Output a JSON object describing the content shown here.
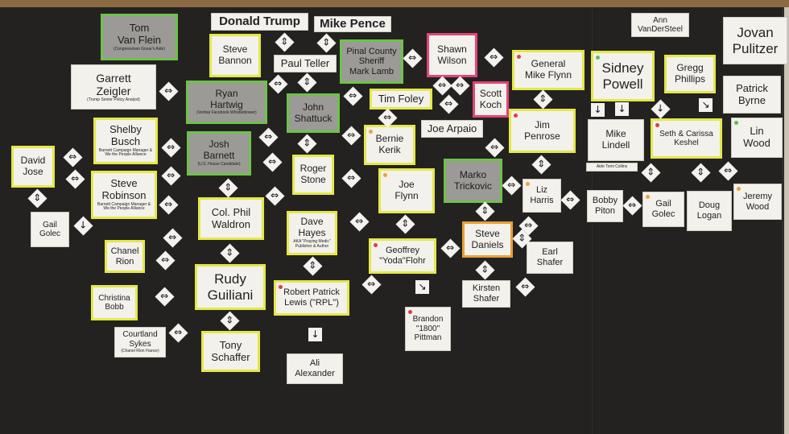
{
  "colors": {
    "yellow_border": "#e4e84a",
    "green_border": "#6dc24a",
    "pink_border": "#e0457a",
    "orange_border": "#e6a037",
    "dot_red": "#e23d3d",
    "dot_orange": "#f0a040",
    "dot_green": "#59c24a"
  },
  "cards": {
    "tom": {
      "line1": "Tom",
      "line2": "Van Flein",
      "sub": "(Congressman Gosar's Aide)"
    },
    "trump": {
      "label": "Donald Trump"
    },
    "pence": {
      "label": "Mike Pence"
    },
    "bannon": {
      "line1": "Steve",
      "line2": "Bannon"
    },
    "teller": {
      "label": "Paul Teller"
    },
    "pinal": {
      "line1": "Pinal County",
      "line2": "Sheriff",
      "line3": "Mark Lamb"
    },
    "shawn": {
      "line1": "Shawn",
      "line2": "Wilson"
    },
    "flynn_g": {
      "line1": "General",
      "line2": "Mike Flynn"
    },
    "ann": {
      "line1": "Ann",
      "line2": "VanDerSteel"
    },
    "sidney": {
      "line1": "Sidney",
      "line2": "Powell"
    },
    "gregg": {
      "line1": "Gregg",
      "line2": "Phillips"
    },
    "jovan": {
      "line1": "Jovan",
      "line2": "Pulitzer"
    },
    "garrett": {
      "line1": "Garrett",
      "line2": "Zeigler",
      "sub": "(Trump Senior Policy Analyst)"
    },
    "ryan": {
      "line1": "Ryan",
      "line2": "Hartwig",
      "sub": "(Veritas Facebook Whistleblower)"
    },
    "shattuck": {
      "line1": "John",
      "line2": "Shattuck"
    },
    "foley": {
      "label": "Tim Foley"
    },
    "koch": {
      "line1": "Scott",
      "line2": "Koch"
    },
    "penrose": {
      "line1": "Jim",
      "line2": "Penrose"
    },
    "byrne": {
      "line1": "Patrick",
      "line2": "Byrne"
    },
    "busch": {
      "line1": "Shelby",
      "line2": "Busch",
      "sub": "Barnett Campaign Manager & We the People Alliance"
    },
    "barnett": {
      "line1": "Josh",
      "line2": "Barnett",
      "sub": "(U.S. House Candidate)"
    },
    "kerik": {
      "line1": "Bernie",
      "line2": "Kerik"
    },
    "arpaio": {
      "label": "Joe Arpaio"
    },
    "lindell": {
      "line1": "Mike",
      "line2": "Lindell"
    },
    "aide": {
      "label": "Aide Tomi Collins"
    },
    "keshel": {
      "line1": "Seth & Carissa",
      "line2": "Keshel"
    },
    "wood_lin": {
      "line1": "Lin",
      "line2": "Wood"
    },
    "jose": {
      "line1": "David",
      "line2": "Jose"
    },
    "robinson": {
      "line1": "Steve",
      "line2": "Robinson",
      "sub": "Barnett Campaign Manager & We the People Alliance"
    },
    "stone": {
      "line1": "Roger",
      "line2": "Stone"
    },
    "jflynn": {
      "line1": "Joe",
      "line2": "Flynn"
    },
    "marko": {
      "line1": "Marko",
      "line2": "Trickovic"
    },
    "liz": {
      "line1": "Liz",
      "line2": "Harris"
    },
    "piton": {
      "line1": "Bobby",
      "line2": "Piton"
    },
    "golec_g": {
      "line1": "Gail",
      "line2": "Golec"
    },
    "logan": {
      "line1": "Doug",
      "line2": "Logan"
    },
    "jwood": {
      "line1": "Jeremy",
      "line2": "Wood"
    },
    "golec_l": {
      "line1": "Gail",
      "line2": "Golec"
    },
    "waldron": {
      "line1": "Col. Phil",
      "line2": "Waldron"
    },
    "hayes": {
      "line1": "Dave",
      "line2": "Hayes",
      "sub": "AKA \"Praying Medic\" Publisher & Author"
    },
    "daniels": {
      "line1": "Steve",
      "line2": "Daniels"
    },
    "shafer_e": {
      "line1": "Earl",
      "line2": "Shafer"
    },
    "rion": {
      "line1": "Chanel",
      "line2": "Rion"
    },
    "geoff": {
      "line1": "Geoffrey",
      "line2": "\"Yoda\"Flohr"
    },
    "giuliani": {
      "line1": "Rudy",
      "line2": "Guiliani"
    },
    "lewis": {
      "line1": "Robert Patrick",
      "line2": "Lewis (\"RPL\")"
    },
    "shafer_k": {
      "line1": "Kirsten",
      "line2": "Shafer"
    },
    "bobb": {
      "line1": "Christina",
      "line2": "Bobb"
    },
    "pittman": {
      "line1": "Brandon",
      "line2": "\"1800\"",
      "line3": "Pittman"
    },
    "sykes": {
      "line1": "Courtland",
      "line2": "Sykes",
      "sub": "(Chanel Rion Fiance)"
    },
    "schaffer": {
      "line1": "Tony",
      "line2": "Schaffer"
    },
    "alexander": {
      "line1": "Ali",
      "line2": "Alexander"
    }
  },
  "arrows": {
    "lr": "⇔",
    "ud": "⇕",
    "d": "↓",
    "dr": "↘"
  }
}
